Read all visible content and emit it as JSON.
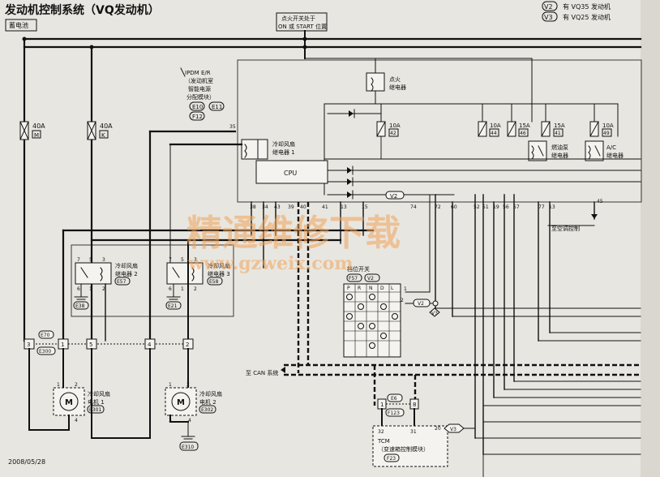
{
  "title": "发动机控制系统（VQ发动机）",
  "legend": [
    {
      "badge": "V2",
      "text": "有 VQ35 发动机"
    },
    {
      "badge": "V3",
      "text": "有 VQ25 发动机"
    }
  ],
  "battery": "蓄电池",
  "ignition": {
    "line1": "点火开关处于",
    "line2": "ON 或 START 位置"
  },
  "ipdm": {
    "l1": "IPDM E/R",
    "l2": "（发动机室",
    "l3": "智能电源",
    "l4": "分配模块）",
    "c1": "E10",
    "c2": "E11",
    "c3": "F12"
  },
  "fuses": [
    {
      "amp": "40A",
      "id": "M"
    },
    {
      "amp": "40A",
      "id": "K"
    }
  ],
  "ign_relay": {
    "l1": "点火",
    "l2": "继电器"
  },
  "fan_relay1": {
    "l1": "冷却风扇",
    "l2": "继电器 1"
  },
  "cpu": "CPU",
  "small_fuses": [
    {
      "amp": "10A",
      "id": "42"
    },
    {
      "amp": "10A",
      "id": "44"
    },
    {
      "amp": "15A",
      "id": "46"
    },
    {
      "amp": "15A",
      "id": "41"
    },
    {
      "amp": "10A",
      "id": "49"
    }
  ],
  "fuel_relay": {
    "l1": "燃油泵",
    "l2": "继电器"
  },
  "ac_relay": {
    "l1": "A/C",
    "l2": "继电器"
  },
  "pins_top": [
    "35",
    "38",
    "34",
    "43",
    "39",
    "40",
    "41",
    "13",
    "15",
    "74",
    "72",
    "60",
    "52",
    "51",
    "19",
    "56",
    "57",
    "77",
    "13",
    "45"
  ],
  "to_ac": "至空调控制",
  "fan_relay2": {
    "l1": "冷却风扇",
    "l2": "继电器 2",
    "conn": "E57"
  },
  "fan_relay3": {
    "l1": "冷却风扇",
    "l2": "继电器 3",
    "conn": "E58"
  },
  "relay_pins": [
    "7",
    "5",
    "3",
    "6",
    "1",
    "2",
    "7",
    "5",
    "3",
    "6",
    "1",
    "2"
  ],
  "grounds": [
    "E38",
    "E21",
    "E310"
  ],
  "shift_label": "档位开关",
  "shift_conns": [
    "F57",
    "V2"
  ],
  "shift_pos": [
    "P",
    "R",
    "N",
    "D",
    "L"
  ],
  "shift_pins": [
    "1",
    "2"
  ],
  "e70": {
    "conn1": "E70",
    "conn2": "E300",
    "pins": [
      "3",
      "1",
      "5",
      "4",
      "2"
    ]
  },
  "motor1": {
    "l1": "冷却风扇",
    "l2": "电机 1",
    "conn": "E301",
    "pins": [
      "2",
      "1",
      "4"
    ]
  },
  "motor2": {
    "l1": "冷却风扇",
    "l2": "电机 2",
    "conn": "E302",
    "pins": [
      "2",
      "1",
      "3",
      "4"
    ]
  },
  "can": "至 CAN 系统",
  "e6": {
    "c1": "E6",
    "c2": "F123",
    "p1": "1",
    "p2": "8"
  },
  "tcm": {
    "l1": "TCM",
    "l2": "（变速箱控制模块）",
    "conn": "F23",
    "p1": "32",
    "p2": "31",
    "p3": "20",
    "badge": "V3"
  },
  "v_badges": [
    "V2",
    "V2",
    "V3"
  ],
  "date": "2008/05/28",
  "watermark": {
    "cn": "精通维修下载",
    "url": "www.gzweix.com"
  }
}
